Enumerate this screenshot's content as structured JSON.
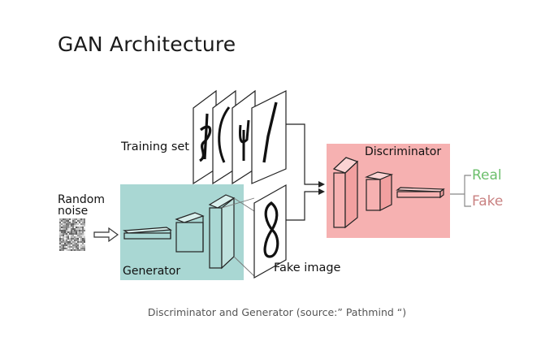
{
  "slide": {
    "title": "GAN Architecture",
    "caption": "Discriminator and Generator (source:” Pathmind “)"
  },
  "diagram": {
    "labels": {
      "training_set": "Training set",
      "random_noise_line1": "Random",
      "random_noise_line2": "noise",
      "generator": "Generator",
      "fake_image": "Fake image",
      "discriminator": "Discriminator",
      "real": "Real",
      "fake": "Fake"
    },
    "colors": {
      "generator_box": "#a9d7d3",
      "discriminator_box": "#f6b1b1",
      "real_text": "#6cbf6c",
      "fake_text": "#c98282",
      "line": "#222222"
    }
  }
}
